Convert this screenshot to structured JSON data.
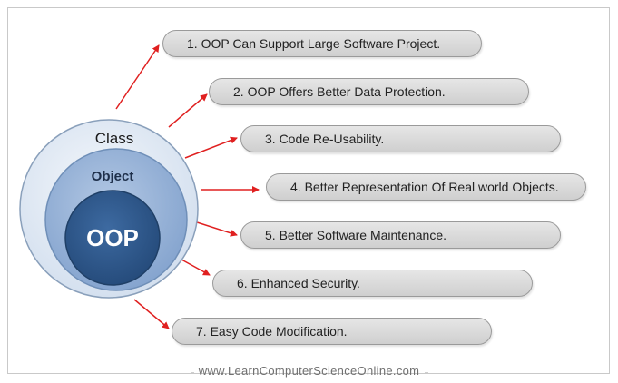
{
  "diagram": {
    "rings": {
      "outer": "Class",
      "middle": "Object",
      "inner": "OOP"
    },
    "colors": {
      "outer_fill": "#e4ecf6",
      "middle_fill": "#9bb6d8",
      "inner_fill": "#2f5a8e",
      "arrow": "#e02020",
      "pill_fill": "#d6d6d6"
    },
    "benefits": [
      "1.  OOP Can Support Large Software Project.",
      "2.  OOP Offers Better Data Protection.",
      "3. Code Re-Usability.",
      "4. Better Representation Of Real world Objects.",
      "5. Better Software Maintenance.",
      "6. Enhanced Security.",
      "7. Easy Code Modification."
    ]
  },
  "footer": {
    "website": "www.LearnComputerScienceOnline.com"
  }
}
